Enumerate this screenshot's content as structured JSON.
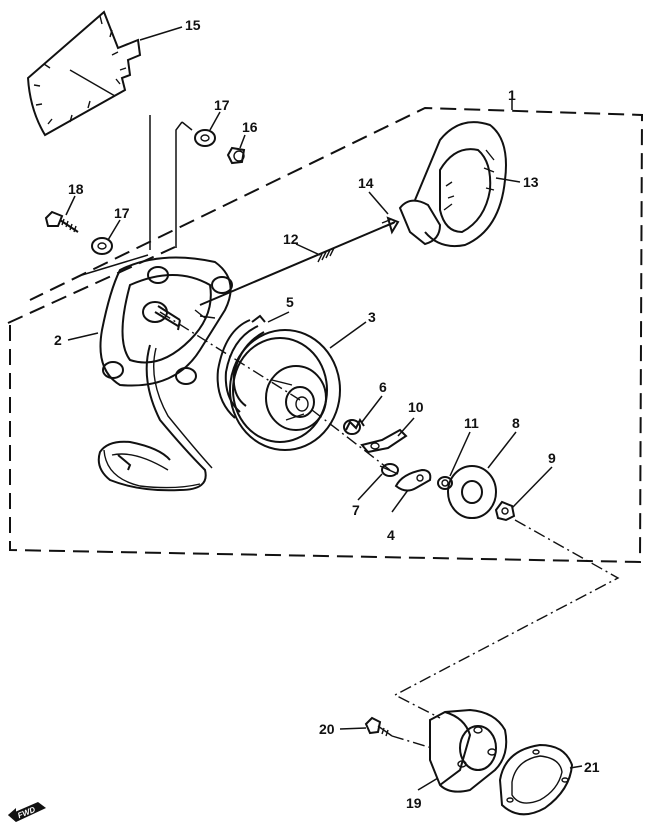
{
  "parts": [
    {
      "id": "1",
      "label": "1"
    },
    {
      "id": "2",
      "label": "2"
    },
    {
      "id": "3",
      "label": "3"
    },
    {
      "id": "4",
      "label": "4"
    },
    {
      "id": "5",
      "label": "5"
    },
    {
      "id": "6",
      "label": "6"
    },
    {
      "id": "7",
      "label": "7"
    },
    {
      "id": "8",
      "label": "8"
    },
    {
      "id": "9",
      "label": "9"
    },
    {
      "id": "10",
      "label": "10"
    },
    {
      "id": "11",
      "label": "11"
    },
    {
      "id": "12",
      "label": "12"
    },
    {
      "id": "13",
      "label": "13"
    },
    {
      "id": "14",
      "label": "14"
    },
    {
      "id": "15",
      "label": "15"
    },
    {
      "id": "16",
      "label": "16"
    },
    {
      "id": "17a",
      "label": "17"
    },
    {
      "id": "17b",
      "label": "17"
    },
    {
      "id": "18",
      "label": "18"
    },
    {
      "id": "19",
      "label": "19"
    },
    {
      "id": "20",
      "label": "20"
    },
    {
      "id": "21",
      "label": "21"
    }
  ],
  "fwd_badge": "FWD"
}
